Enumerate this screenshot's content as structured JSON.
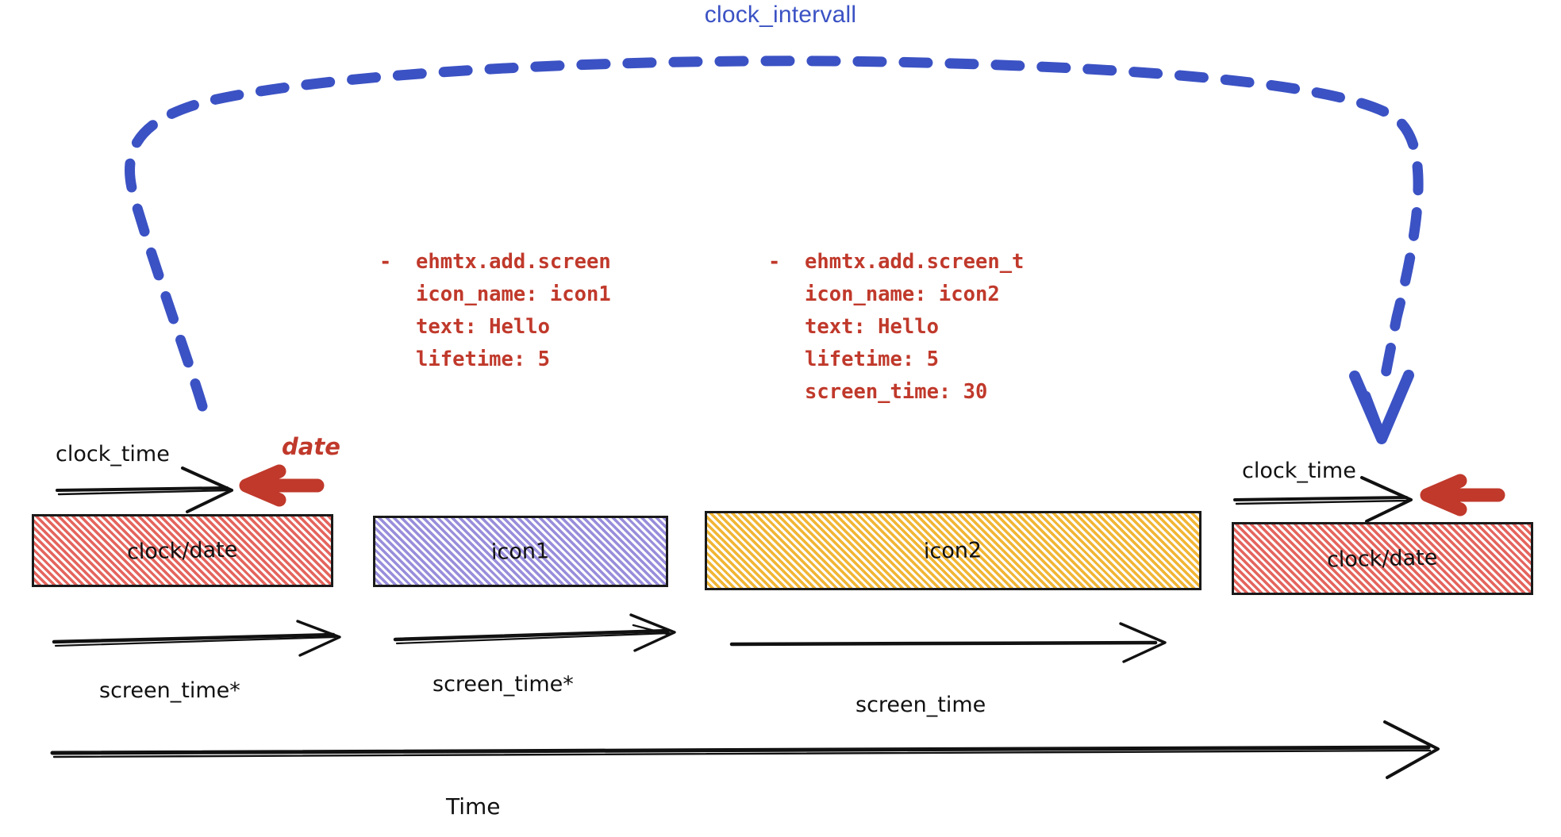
{
  "diagram": {
    "title": "clock_intervall",
    "title_color": "#3b52c4",
    "accent_blue": "#3b52c4",
    "accent_red": "#c0392b",
    "hatch_red": "#e04a42",
    "hatch_purple": "#8a7ed6",
    "hatch_orange": "#f0b22a",
    "stroke_black": "#1a1a1a"
  },
  "code_blocks": [
    {
      "id": "add-screen",
      "text": "-  ehmtx.add.screen\n   icon_name: icon1\n   text: Hello\n   lifetime: 5",
      "lines": [
        "-  ehmtx.add.screen",
        "   icon_name: icon1",
        "   text: Hello",
        "   lifetime: 5"
      ]
    },
    {
      "id": "add-screen-t",
      "text": "-  ehmtx.add.screen_t\n   icon_name: icon2\n   text: Hello\n   lifetime: 5\n   screen_time: 30",
      "lines": [
        "-  ehmtx.add.screen_t",
        "   icon_name: icon2",
        "   text: Hello",
        "   lifetime: 5",
        "   screen_time: 30"
      ]
    }
  ],
  "boxes": [
    {
      "id": "clock-date-left",
      "label": "clock/date",
      "fill": "red"
    },
    {
      "id": "icon1",
      "label": "icon1",
      "fill": "purple"
    },
    {
      "id": "icon2",
      "label": "icon2",
      "fill": "orange"
    },
    {
      "id": "clock-date-right",
      "label": "clock/date",
      "fill": "red"
    }
  ],
  "labels": {
    "clock_time_left": "clock_time",
    "clock_time_right": "clock_time",
    "date": "date",
    "screen_time_1": "screen_time*",
    "screen_time_2": "screen_time*",
    "screen_time_3": "screen_time",
    "time_axis": "Time"
  }
}
